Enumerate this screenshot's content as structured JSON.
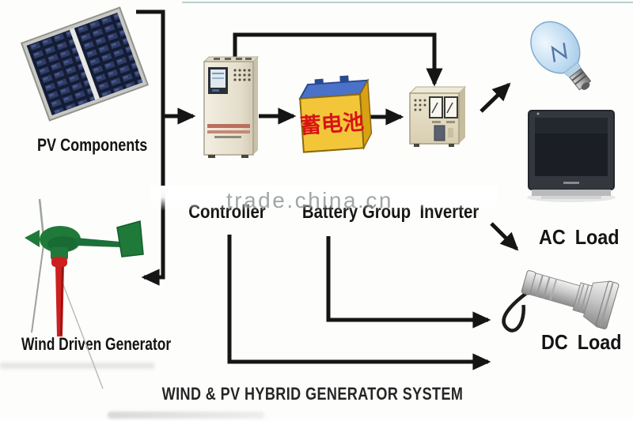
{
  "diagram": {
    "caption": "WIND & PV HYBRID GENERATOR SYSTEM",
    "watermark": "trade.china.cn",
    "nodes": {
      "pv": {
        "label": "PV Components"
      },
      "wind": {
        "label": "Wind Driven Generator"
      },
      "controller": {
        "label": "Controller"
      },
      "battery": {
        "label": "Battery Group",
        "panel_text": "蓄电池"
      },
      "inverter": {
        "label": "Inverter"
      },
      "ac_load": {
        "label": "AC Load"
      },
      "dc_load": {
        "label": "DC Load"
      }
    },
    "icons": [
      "solar-panel",
      "wind-turbine",
      "controller-cabinet",
      "battery-box",
      "inverter-unit",
      "light-bulb",
      "tv-monitor",
      "flashlight"
    ],
    "flows": [
      "pv-components -> controller",
      "controller -> wind-driven-generator",
      "controller -> battery-group",
      "battery-group -> inverter",
      "controller -> inverter (top route)",
      "inverter -> light-bulb",
      "inverter -> ac-load",
      "battery-group -> dc-load",
      "controller -> dc-load"
    ],
    "colors": {
      "line": "#151515",
      "panel_blue": "#2e3c66",
      "turbine_green": "#1f7a3a",
      "mast_red": "#cc2020",
      "battery_body": "#f3c63a",
      "battery_top": "#4a72c8",
      "battery_text_red": "#d81414",
      "bulb_glass": "#bcd9f0",
      "watermark_gray": "#8f9798",
      "top_rule_teal": "#a9c4c0"
    }
  }
}
